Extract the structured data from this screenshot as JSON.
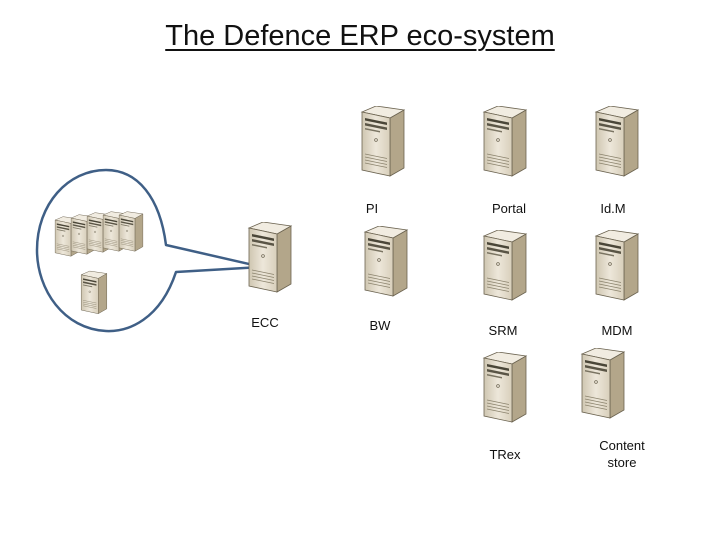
{
  "title": "The Defence ERP eco-system",
  "nodes": {
    "pi": "PI",
    "portal": "Portal",
    "idm": "Id.M",
    "ecc": "ECC",
    "bw": "BW",
    "srm": "SRM",
    "mdm": "MDM",
    "trex": "TRex",
    "content_store_line1": "Content",
    "content_store_line2": "store"
  },
  "colors": {
    "callout_stroke": "#3f5f86",
    "server_fill": "#ddd6c6",
    "server_side": "#b7ab91",
    "server_top": "#efe9dc",
    "server_outline": "#6b6350"
  }
}
